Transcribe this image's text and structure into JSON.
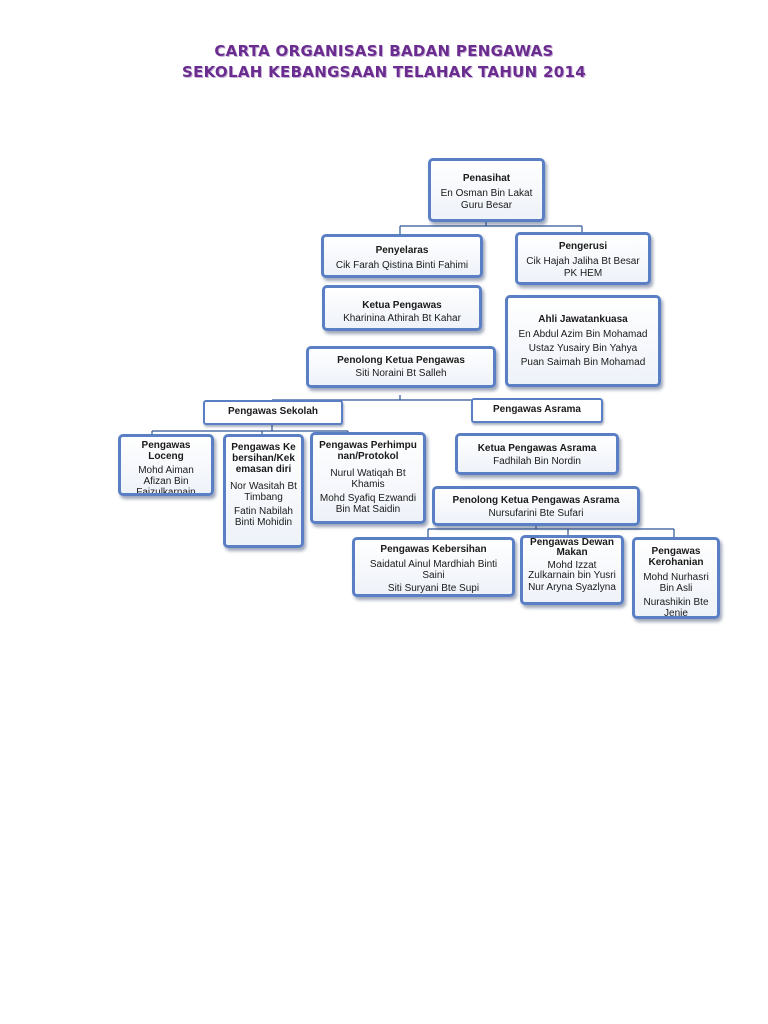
{
  "title": {
    "line1": "CARTA ORGANISASI BADAN PENGAWAS",
    "line2": "SEKOLAH KEBANGSAAN TELAHAK TAHUN 2014"
  },
  "penasihat": {
    "heading": "Penasihat",
    "lines": [
      "En Osman Bin Lakat",
      "Guru Besar"
    ]
  },
  "penyelaras": {
    "heading": "Penyelaras",
    "lines": [
      "Cik Farah Qistina Binti Fahimi"
    ]
  },
  "pengerusi": {
    "heading": "Pengerusi",
    "lines": [
      "Cik Hajah Jaliha Bt Besar",
      "PK HEM"
    ]
  },
  "ketua_pengawas": {
    "heading": "Ketua Pengawas",
    "lines": [
      "Kharinina Athirah Bt Kahar"
    ]
  },
  "ahli_jawatankuasa": {
    "heading": "Ahli Jawatankuasa",
    "lines": [
      "En Abdul Azim Bin Mohamad",
      "Ustaz Yusairy Bin Yahya",
      "Puan Saimah Bin Mohamad"
    ]
  },
  "penolong_ketua": {
    "heading": "Penolong Ketua Pengawas",
    "lines": [
      "Siti Noraini Bt Salleh"
    ]
  },
  "pengawas_sekolah": {
    "label": "Pengawas Sekolah"
  },
  "pengawas_asrama": {
    "label": "Pengawas Asrama"
  },
  "pengawas_loceng": {
    "heading": "Pengawas Loceng",
    "names": [
      "Mohd Aiman Afizan Bin Faizulkarnain"
    ]
  },
  "pengawas_kebersihan_kd": {
    "heading": "Pengawas Kebersihan/Kekemasan diri",
    "names": [
      "Nor Wasitah Bt Timbang",
      "Fatin Nabilah Binti Mohidin"
    ]
  },
  "pengawas_perhimpunan": {
    "heading": "Pengawas Perhimpunan/Protokol",
    "names": [
      "Nurul Watiqah Bt Khamis",
      "Mohd Syafiq Ezwandi Bin Mat Saidin"
    ]
  },
  "ketua_asrama": {
    "heading": "Ketua Pengawas Asrama",
    "lines": [
      "Fadhilah Bin Nordin"
    ]
  },
  "penolong_asrama": {
    "heading": "Penolong Ketua Pengawas Asrama",
    "lines": [
      "Nursufarini Bte Sufari"
    ]
  },
  "asrama_kebersihan": {
    "heading": "Pengawas Kebersihan",
    "names": [
      "Saidatul Ainul Mardhiah Binti Saini",
      "Siti Suryani Bte Supi"
    ]
  },
  "asrama_dewan": {
    "heading": "Pengawas Dewan Makan",
    "names": [
      "Mohd Izzat Zulkarnain bin Yusri",
      "Nur Aryna Syazlyna"
    ]
  },
  "asrama_kerohanian": {
    "heading": "Pengawas Kerohanian",
    "names": [
      "Mohd Nurhasri Bin Asli",
      "Nurashikin Bte Jenie"
    ]
  }
}
